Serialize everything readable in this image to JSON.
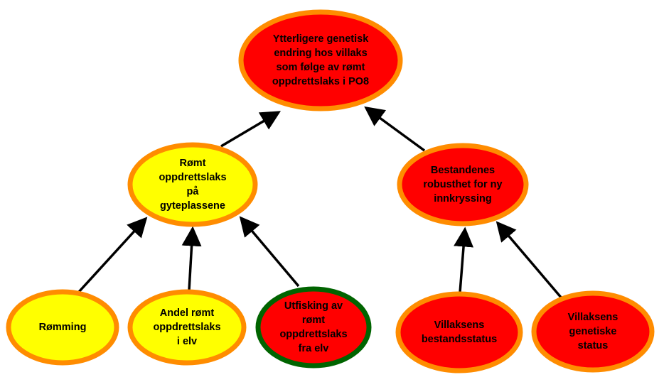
{
  "colors": {
    "red": "#ff0000",
    "yellow": "#ffff00",
    "orange_border": "#ff8c00",
    "green_border": "#006400",
    "edge": "#000000",
    "text": "#000000"
  },
  "nodes": [
    {
      "id": "root",
      "fill": "red",
      "border": "orange_border",
      "lines": [
        "Ytterligere genetisk",
        "endring hos villaks",
        "som følge av rømt",
        "oppdrettslaks i PO8"
      ]
    },
    {
      "id": "romt-gyte",
      "fill": "yellow",
      "border": "orange_border",
      "lines": [
        "Rømt",
        "oppdrettslaks",
        "på",
        "gyteplassene"
      ]
    },
    {
      "id": "robusthet",
      "fill": "red",
      "border": "orange_border",
      "lines": [
        "Bestandenes",
        "robusthet for ny",
        "innkryssing"
      ]
    },
    {
      "id": "romming",
      "fill": "yellow",
      "border": "orange_border",
      "lines": [
        "Rømming"
      ]
    },
    {
      "id": "andel",
      "fill": "yellow",
      "border": "orange_border",
      "lines": [
        "Andel rømt",
        "oppdrettslaks",
        "i elv"
      ]
    },
    {
      "id": "utfisking",
      "fill": "red",
      "border": "green_border",
      "lines": [
        "Utfisking av",
        "rømt",
        "oppdrettslaks",
        "fra elv"
      ]
    },
    {
      "id": "bestandsstatus",
      "fill": "red",
      "border": "orange_border",
      "lines": [
        "Villaksens",
        "bestandsstatus"
      ]
    },
    {
      "id": "genetisk",
      "fill": "red",
      "border": "orange_border",
      "lines": [
        "Villaksens",
        "genetiske",
        "status"
      ]
    }
  ],
  "edges": [
    {
      "from": "romt-gyte",
      "to": "root"
    },
    {
      "from": "robusthet",
      "to": "root"
    },
    {
      "from": "romming",
      "to": "romt-gyte"
    },
    {
      "from": "andel",
      "to": "romt-gyte"
    },
    {
      "from": "utfisking",
      "to": "romt-gyte"
    },
    {
      "from": "bestandsstatus",
      "to": "robusthet"
    },
    {
      "from": "genetisk",
      "to": "robusthet"
    }
  ]
}
